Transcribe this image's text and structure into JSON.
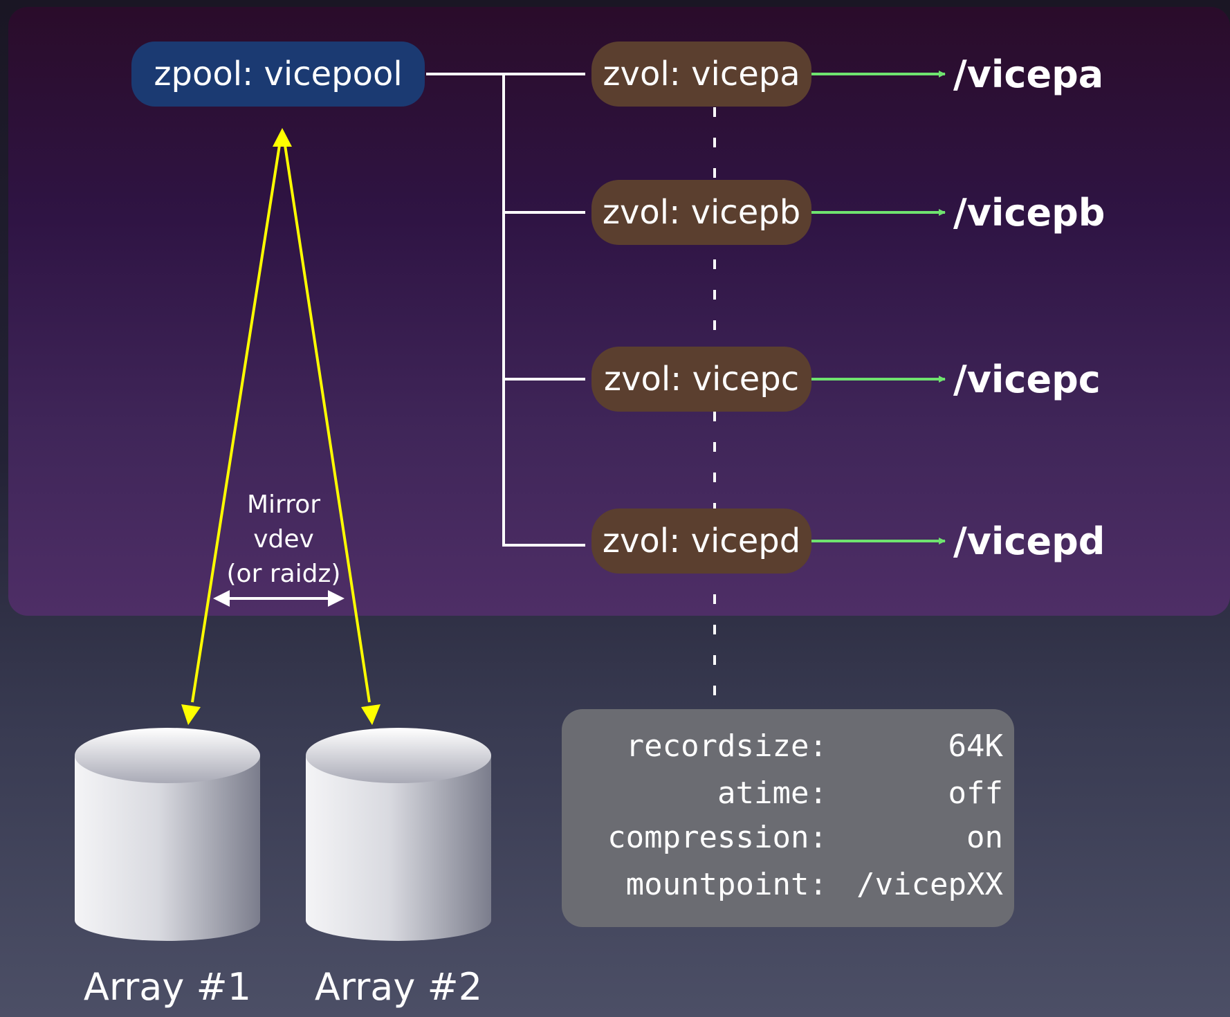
{
  "pool": {
    "label": "zpool: vicepool"
  },
  "volumes": [
    {
      "label": "zvol: vicepa",
      "mount": "/vicepa"
    },
    {
      "label": "zvol: vicepb",
      "mount": "/vicepb"
    },
    {
      "label": "zvol: vicepc",
      "mount": "/vicepc"
    },
    {
      "label": "zvol: vicepd",
      "mount": "/vicepd"
    }
  ],
  "mirror": {
    "line1": "Mirror",
    "line2": "vdev",
    "line3": "(or raidz)"
  },
  "arrays": [
    {
      "label": "Array #1"
    },
    {
      "label": "Array #2"
    }
  ],
  "properties": [
    {
      "key": "recordsize:",
      "value": "64K"
    },
    {
      "key": "atime:",
      "value": "off"
    },
    {
      "key": "compression:",
      "value": "on"
    },
    {
      "key": "mountpoint:",
      "value": "/vicepXX"
    }
  ],
  "colors": {
    "pool": "#1b3a72",
    "zvol": "#5b3f2f",
    "mount_arrow": "#6fe36f",
    "mirror_arrow": "#ffff00",
    "tree_line": "#ffffff",
    "properties_box": "#6b6c72"
  }
}
